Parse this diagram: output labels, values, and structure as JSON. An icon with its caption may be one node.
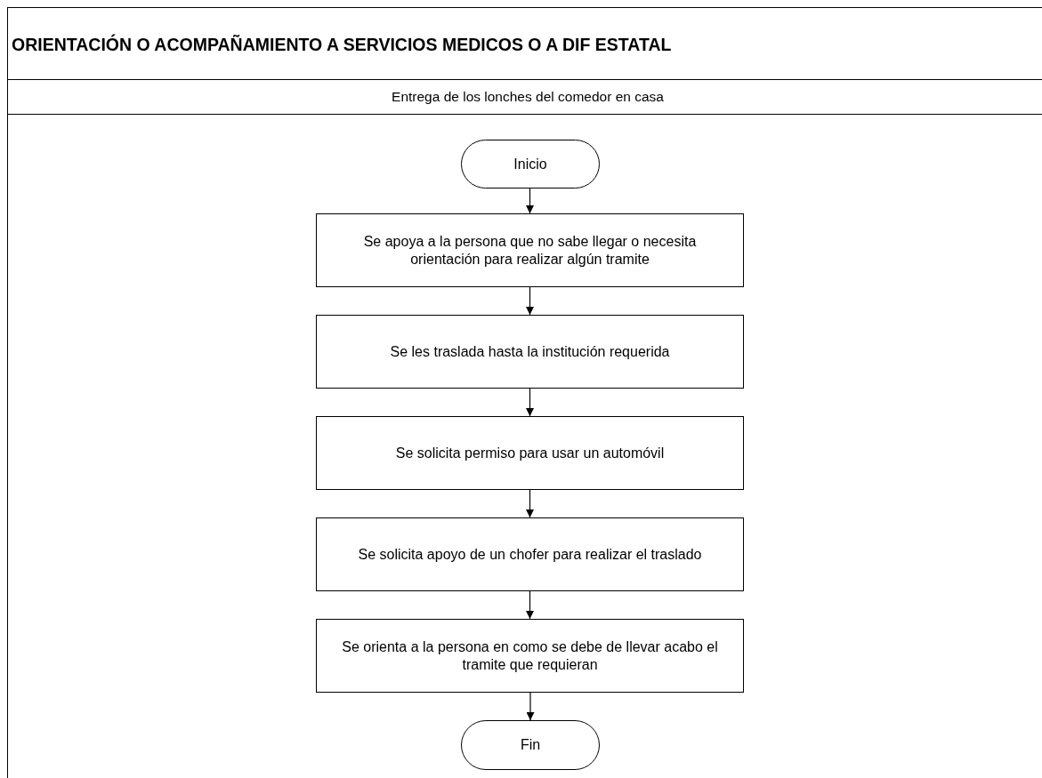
{
  "diagram": {
    "title": "ORIENTACIÓN O ACOMPAÑAMIENTO A SERVICIOS MEDICOS O A DIF ESTATAL",
    "nodes": [
      {
        "text": [
          "Entrega de los lonches del comedor en casa"
        ]
      },
      {
        "text": [
          "Inicio"
        ],
        "in": 0
      },
      {
        "text": [
          "Se apoya a la persona que no sabe llegar o necesita orientación para realizar algún tramite"
        ],
        "in": 0
      },
      {
        "text": [
          "Se les traslada hasta la institución requerida"
        ],
        "in": 0
      },
      {
        "text": [
          "Se solicita permiso para usar un automóvil"
        ],
        "in": 0
      },
      {
        "text": [
          "Se solicita apoyo de un chofer para realizar el traslado"
        ],
        "in": 0
      },
      {
        "text": [
          "Se orienta a la persona en como se debe de llevar acabo el tramite que requieran"
        ],
        "in": 0
      },
      {
        "text": [
          "Fin"
        ],
        "in": 0
      }
    ],
    "edges": [
      {
        "from": 1,
        "to": 2,
        "arrow": "to"
      },
      {
        "from": 2,
        "to": 3,
        "arrow": "to"
      },
      {
        "from": 3,
        "to": 4,
        "arrow": "to"
      },
      {
        "from": 4,
        "to": 5,
        "arrow": "to"
      },
      {
        "from": 5,
        "to": 6,
        "arrow": "to"
      },
      {
        "from": 6,
        "to": 7,
        "arrow": "to"
      }
    ]
  }
}
